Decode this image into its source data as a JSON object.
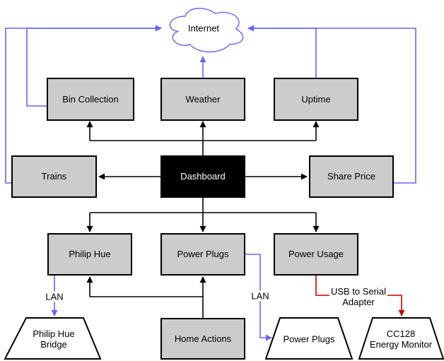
{
  "colors": {
    "node_fill": "#cccccc",
    "node_border": "#000000",
    "dashboard_fill": "#000000",
    "dashboard_text": "#ffffff",
    "edge_black": "#000000",
    "edge_blue": "#6666f2",
    "edge_red": "#cc0000"
  },
  "nodes": {
    "internet": {
      "label": "Internet"
    },
    "bin_collection": {
      "label": "Bin Collection"
    },
    "weather": {
      "label": "Weather"
    },
    "uptime": {
      "label": "Uptime"
    },
    "trains": {
      "label": "Trains"
    },
    "dashboard": {
      "label": "Dashboard"
    },
    "share_price": {
      "label": "Share Price"
    },
    "philip_hue": {
      "label": "Philip Hue"
    },
    "power_plugs": {
      "label": "Power Plugs"
    },
    "power_usage": {
      "label": "Power Usage"
    },
    "philip_hue_bridge": {
      "line1": "Philip Hue",
      "line2": "Bridge"
    },
    "home_actions": {
      "label": "Home Actions"
    },
    "power_plugs_device": {
      "label": "Power Plugs"
    },
    "cc128_energy_monitor": {
      "line1": "CC128",
      "line2": "Energy Monitor"
    }
  },
  "edge_labels": {
    "hue_bridge_lan": "LAN",
    "power_plugs_lan": "LAN",
    "usb_serial_line1": "USB to Serial",
    "usb_serial_line2": "Adapter"
  }
}
